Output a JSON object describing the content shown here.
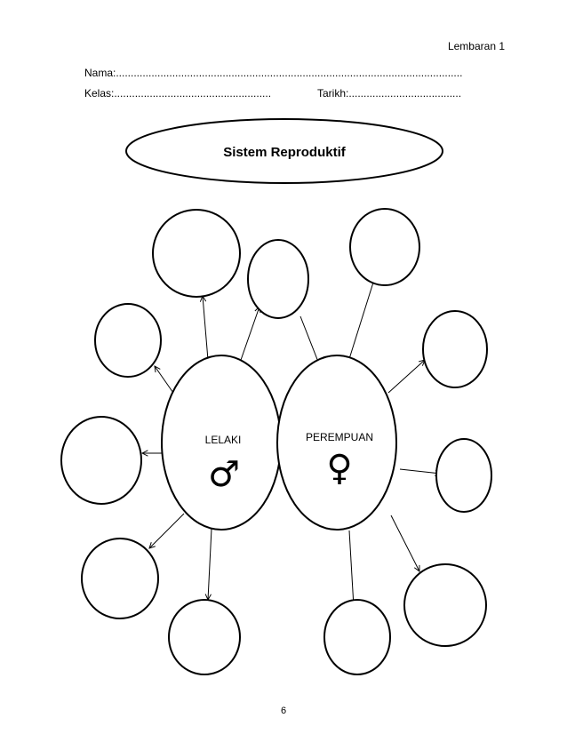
{
  "header": {
    "sheet_label": "Lembaran 1",
    "name_field": "Nama:.....................................................................................................................",
    "class_field": "Kelas:.....................................................",
    "date_field": "Tarikh:......................................"
  },
  "diagram": {
    "title": "Sistem Reproduktif",
    "male": {
      "label": "LELAKI",
      "symbol": "♂"
    },
    "female": {
      "label": "PEREMPUAN",
      "symbol": "♀"
    }
  },
  "footer": {
    "page_number": "6"
  }
}
